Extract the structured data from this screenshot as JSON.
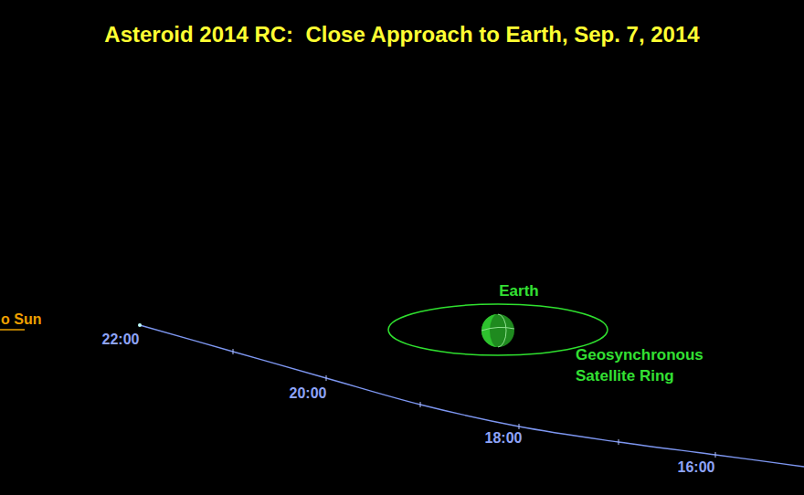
{
  "diagram": {
    "title": "Asteroid 2014 RC:  Close Approach to Earth, Sep. 7, 2014",
    "labels": [
      "o Sun",
      "22:00",
      "20:00",
      "18:00",
      "16:00",
      "Earth",
      "Geosynchronous Satellite Ring"
    ]
  }
}
